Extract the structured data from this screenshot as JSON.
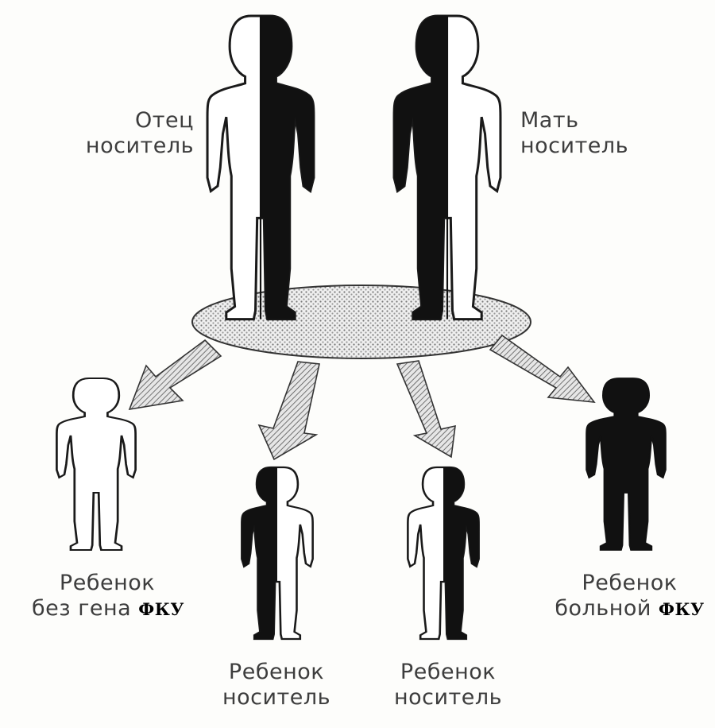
{
  "parents": {
    "father": {
      "line1": "Отец",
      "line2": "носитель"
    },
    "mother": {
      "line1": "Мать",
      "line2": "носитель"
    }
  },
  "children": [
    {
      "line1": "Ребенок",
      "line2": "без гена",
      "suffix": "ФКУ"
    },
    {
      "line1": "Ребенок",
      "line2": "носитель"
    },
    {
      "line1": "Ребенок",
      "line2": "носитель"
    },
    {
      "line1": "Ребенок",
      "line2": "больной",
      "suffix": "ФКУ"
    }
  ]
}
